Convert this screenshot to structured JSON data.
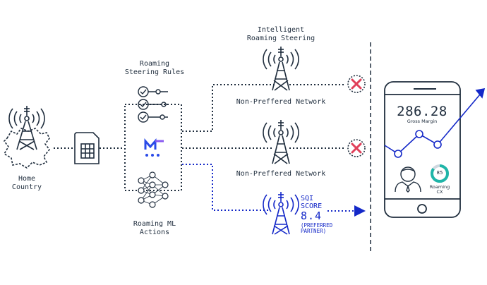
{
  "home": {
    "label_line1": "Home",
    "label_line2": "Country"
  },
  "rules": {
    "label_line1": "Roaming",
    "label_line2": "Steering Rules"
  },
  "ml": {
    "label_line1": "Roaming ML",
    "label_line2": "Actions"
  },
  "steering": {
    "label_line1": "Intelligent",
    "label_line2": "Roaming Steering"
  },
  "networks": [
    {
      "label": "Non-Preffered Network",
      "status": "blocked"
    },
    {
      "label": "Non-Preffered Network",
      "status": "blocked"
    }
  ],
  "partner": {
    "line1": "SQI",
    "line2": "SCORE",
    "score": "8.4",
    "note_line1": "(PREFERRED",
    "note_line2": "PARTNER)"
  },
  "phone": {
    "metric_value": "286.28",
    "metric_label": "Gross Margin",
    "cx_score": "85",
    "cx_label_line1": "Roaming",
    "cx_label_line2": "CX"
  },
  "colors": {
    "dark": "#1f2d3d",
    "blue": "#1428c8",
    "red": "#e0405a",
    "teal": "#1fb5a8"
  },
  "icons": [
    "cell-tower-icon",
    "sim-card-icon",
    "toggle-rule-icon",
    "brand-logo-icon",
    "neural-network-icon",
    "block-x-icon",
    "smartphone-icon",
    "user-avatar-icon",
    "donut-gauge-icon",
    "trend-arrow-icon"
  ]
}
